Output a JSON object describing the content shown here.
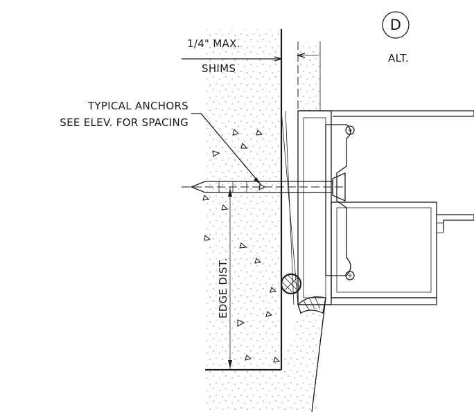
{
  "detail": {
    "id": "D",
    "variant": "ALT."
  },
  "labels": {
    "shim_max": "1/4\" MAX.",
    "shims": "SHIMS",
    "anchors_line1": "TYPICAL ANCHORS",
    "anchors_line2": "SEE ELEV. FOR SPACING",
    "edge_distance": "EDGE DIST."
  }
}
